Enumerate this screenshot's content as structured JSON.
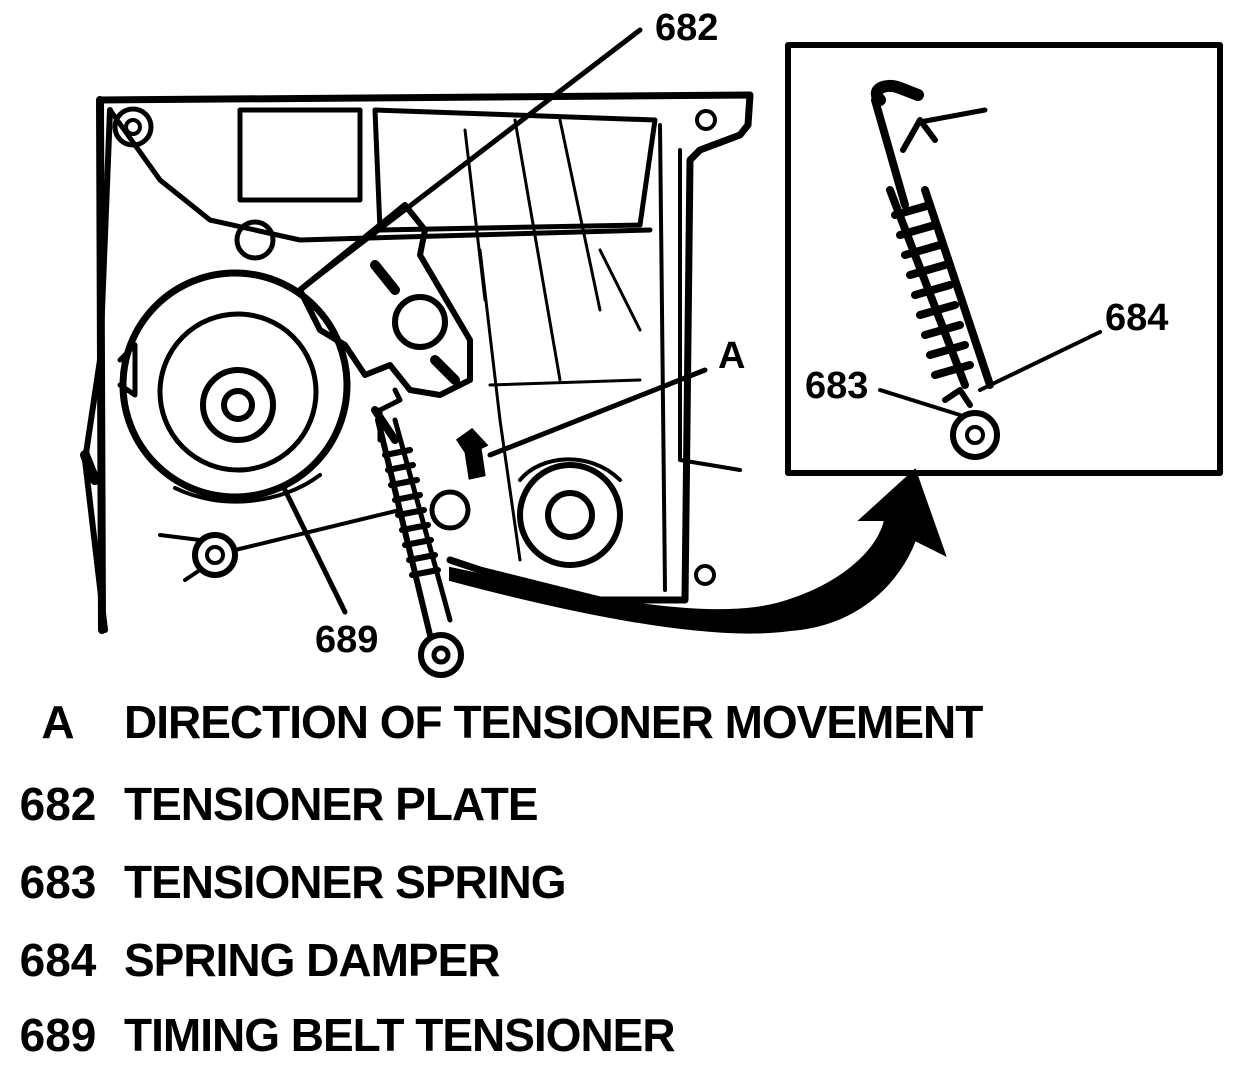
{
  "callouts": {
    "tensioner_plate": "682",
    "tensioner_spring": "683",
    "spring_damper": "684",
    "timing_belt_tensioner": "689",
    "direction_marker": "A"
  },
  "legend": [
    {
      "code": "A",
      "description": "DIRECTION OF TENSIONER MOVEMENT"
    },
    {
      "code": "682",
      "description": "TENSIONER PLATE"
    },
    {
      "code": "683",
      "description": "TENSIONER SPRING"
    },
    {
      "code": "684",
      "description": "SPRING DAMPER"
    },
    {
      "code": "689",
      "description": "TIMING BELT TENSIONER"
    }
  ]
}
